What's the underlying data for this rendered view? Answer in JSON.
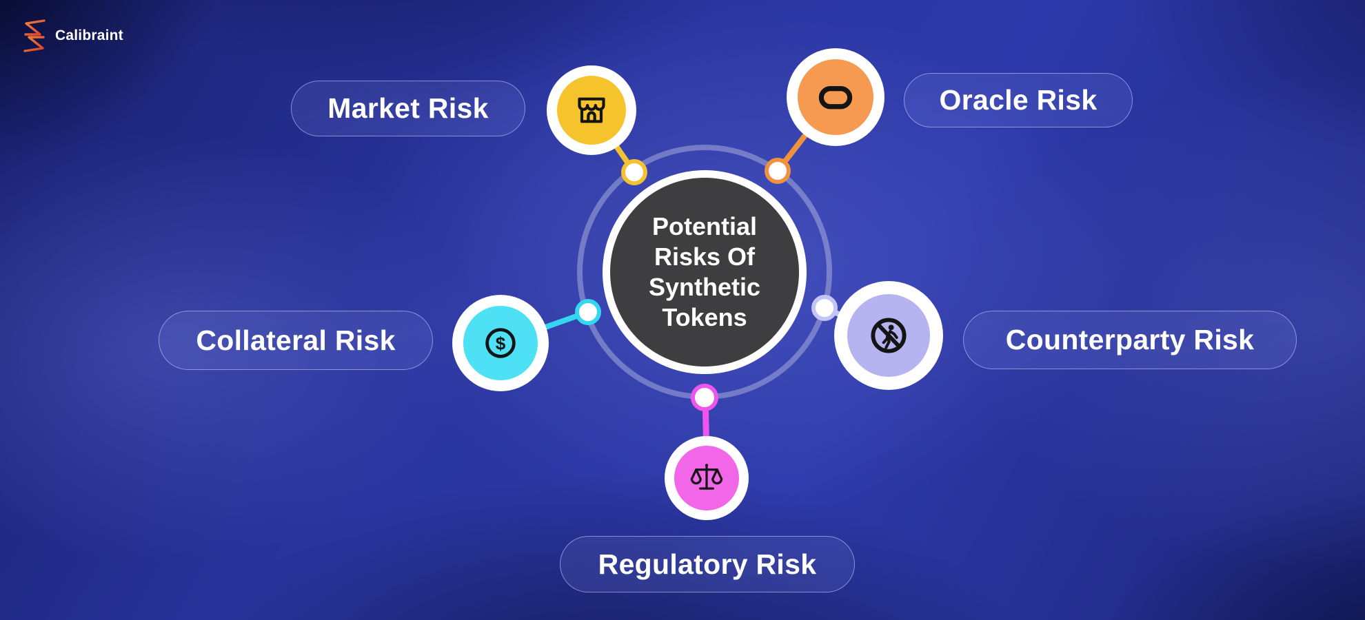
{
  "brand": {
    "name": "Calibraint",
    "logo_gradient_start": "#F4813F",
    "logo_gradient_end": "#D8402C"
  },
  "center": {
    "lines": [
      "Potential",
      "Risks Of",
      "Synthetic",
      "Tokens"
    ],
    "fill": "#3E3E41",
    "border": "#FFFFFF"
  },
  "ring_color": "rgba(255,255,255,0.30)",
  "risks": {
    "market": {
      "label": "Market Risk",
      "color": "#F5C42C",
      "line_color": "#F2C230",
      "icon": "storefront-icon"
    },
    "oracle": {
      "label": "Oracle Risk",
      "color": "#F59A50",
      "line_color": "#F0913F",
      "icon": "oracle-stadium-icon"
    },
    "collateral": {
      "label": "Collateral Risk",
      "color": "#4EE1F5",
      "line_color": "#35D6F0",
      "icon": "dollar-coin-icon"
    },
    "counterparty": {
      "label": "Counterparty Risk",
      "color": "#B5B3F0",
      "line_color": "#C4C5F7",
      "icon": "no-pedestrian-icon"
    },
    "regulatory": {
      "label": "Regulatory Risk",
      "color": "#F266E8",
      "line_color": "#EE55EC",
      "icon": "justice-scales-icon"
    }
  },
  "glyph_color": "#141414"
}
